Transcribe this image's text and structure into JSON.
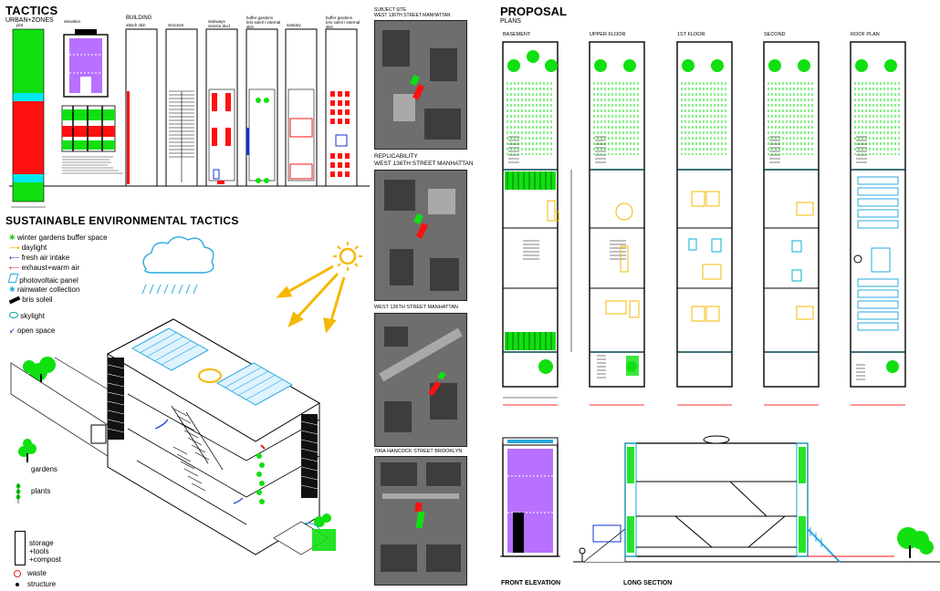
{
  "tactics": {
    "title": "TACTICS",
    "subtitle": "URBAN+ZONES",
    "columns": [
      {
        "label": "plot"
      },
      {
        "label": "elevation"
      },
      {
        "label": "BUILDING",
        "sub": "attach skin"
      },
      {
        "label": "structure"
      },
      {
        "label": "stairways",
        "sub": "service duct"
      },
      {
        "label": "buffer gardens",
        "sub": "bris soleil / internal skin"
      },
      {
        "label": "sanitary"
      },
      {
        "label": "buffer gardens",
        "sub": "bris soleil / internal skin"
      }
    ]
  },
  "sustainable": {
    "title": "SUSTAINABLE ENVIRONMENTAL TACTICS",
    "legend_top": [
      {
        "label": "winter gardens buffer space",
        "icon": "star-icon",
        "color": "#00c000"
      },
      {
        "label": "daylight",
        "icon": "daylight-arrow-icon",
        "color": "#f5b800"
      },
      {
        "label": "fresh air intake",
        "icon": "fresh-air-arrow-icon",
        "color": "#1030d0"
      },
      {
        "label": "exhaust+warm air",
        "icon": "exhaust-arrow-icon",
        "color": "#e02020"
      },
      {
        "label": "photovoltaic panel",
        "icon": "panel-icon",
        "color": "#2aa8e0"
      },
      {
        "label": "rainwater collection",
        "icon": "rain-icon",
        "color": "#2aa8e0"
      },
      {
        "label": "bris soleil",
        "icon": "bris-soleil-icon",
        "color": "#000000"
      },
      {
        "label": "skylight",
        "icon": "skylight-icon",
        "color": "#00a0a0"
      },
      {
        "label": "open space",
        "icon": "open-space-icon",
        "color": "#1030d0"
      }
    ],
    "legend_bottom": [
      {
        "label": "gardens",
        "icon": "tree-icon"
      },
      {
        "label": "plants",
        "icon": "plant-icon"
      },
      {
        "label": "storage\n+tools\n+compost",
        "icon": "storage-icon"
      },
      {
        "label": "waste",
        "icon": "waste-icon"
      },
      {
        "label": "structure",
        "icon": "structure-dot-icon"
      }
    ]
  },
  "sites": [
    {
      "label": "SUBJECT SITE\nWEST 136TH STREET MANHATTAN"
    },
    {
      "label": "REPLICABILITY\nWEST 136TH STREET MANHATTAN"
    },
    {
      "label": "WEST 126TH STREET MANHATTAN"
    },
    {
      "label": "706A HANCOCK STREET BROOKLYN"
    }
  ],
  "proposal": {
    "title": "PROPOSAL",
    "subtitle": "PLANS",
    "plans": [
      "BASEMENT",
      "UPPER FLOOR",
      "1ST FLOOR",
      "SECOND",
      "ROOF PLAN"
    ],
    "elevation_label": "FRONT ELEVATION",
    "section_label": "LONG SECTION"
  },
  "colors": {
    "green": "#10e010",
    "red": "#ff1010",
    "cyan": "#00e8f0",
    "purple": "#b870ff",
    "orange": "#f5b800",
    "blue": "#1030d0"
  }
}
